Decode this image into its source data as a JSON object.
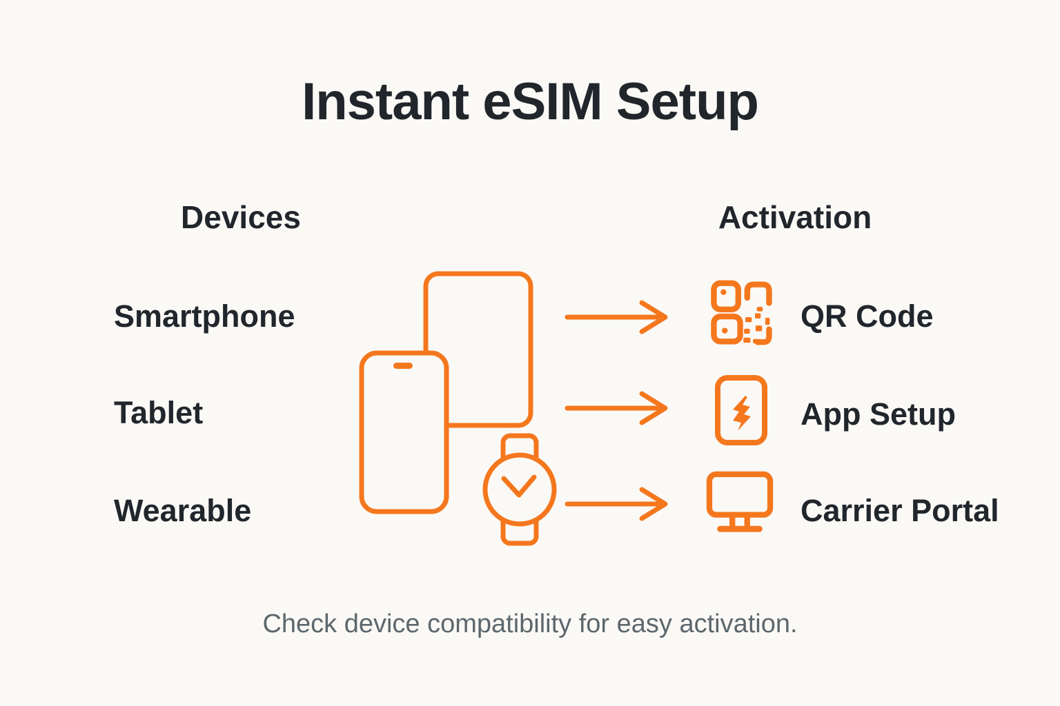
{
  "theme": {
    "background": "#FBF9F6",
    "accent_orange": "#F5771D",
    "text_dark": "#21262C",
    "text_muted": "#5C676D"
  },
  "title": "Instant eSIM Setup",
  "headers": {
    "devices": "Devices",
    "activation": "Activation"
  },
  "devices": [
    {
      "label": "Smartphone"
    },
    {
      "label": "Tablet"
    },
    {
      "label": "Wearable"
    }
  ],
  "activation_methods": [
    {
      "label": "QR Code",
      "icon": "qr-code-icon"
    },
    {
      "label": "App Setup",
      "icon": "app-setup-icon"
    },
    {
      "label": "Carrier Portal",
      "icon": "carrier-portal-icon"
    }
  ],
  "device_cluster_icons": [
    "tablet-icon",
    "smartphone-icon",
    "smartwatch-icon"
  ],
  "arrow_icon": "arrow-right-icon",
  "footer": {
    "note": "Check device compatibility for easy activation."
  }
}
